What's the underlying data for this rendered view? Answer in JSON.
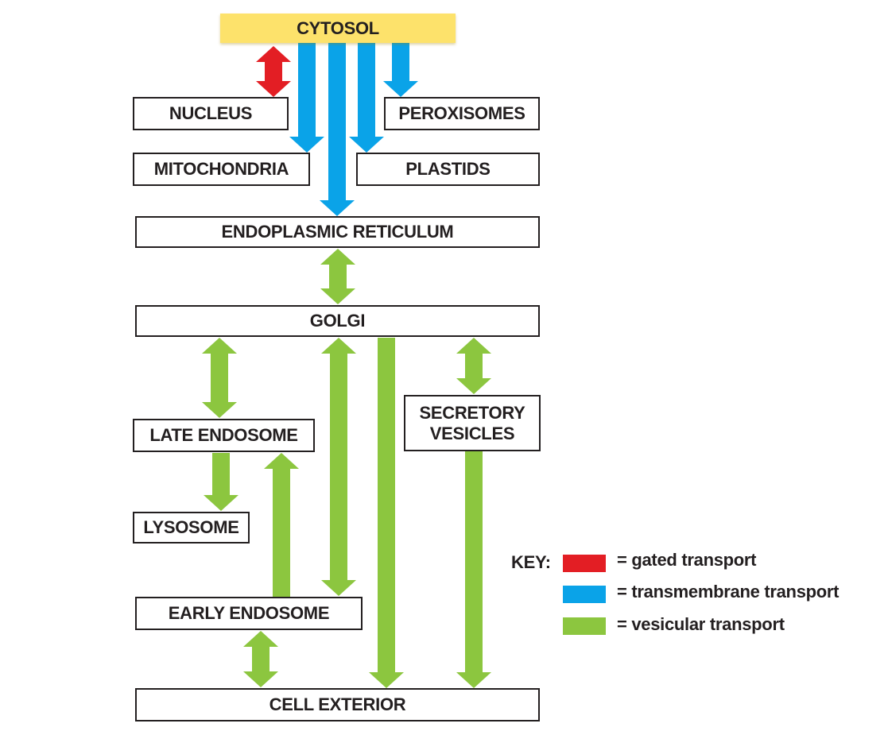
{
  "compartments": {
    "cytosol": "CYTOSOL",
    "nucleus": "NUCLEUS",
    "peroxisomes": "PEROXISOMES",
    "mitochondria": "MITOCHONDRIA",
    "plastids": "PLASTIDS",
    "er": "ENDOPLASMIC RETICULUM",
    "golgi": "GOLGI",
    "late_endosome": "LATE ENDOSOME",
    "secretory": "SECRETORY\nVESICLES",
    "lysosome": "LYSOSOME",
    "early_endosome": "EARLY ENDOSOME",
    "cell_exterior": "CELL EXTERIOR"
  },
  "key": {
    "title": "KEY:",
    "gated": "= gated transport",
    "transmembrane": "= transmembrane transport",
    "vesicular": "= vesicular transport"
  },
  "colors": {
    "gated": "#e31e24",
    "transmembrane": "#0aa3e8",
    "vesicular": "#8cc63f",
    "cytosol": "#fde26b"
  },
  "transport_links": [
    {
      "from": "cytosol",
      "to": "nucleus",
      "type": "gated",
      "direction": "both"
    },
    {
      "from": "cytosol",
      "to": "mitochondria",
      "type": "transmembrane",
      "direction": "one-way"
    },
    {
      "from": "cytosol",
      "to": "er",
      "type": "transmembrane",
      "direction": "one-way"
    },
    {
      "from": "cytosol",
      "to": "plastids",
      "type": "transmembrane",
      "direction": "one-way"
    },
    {
      "from": "cytosol",
      "to": "peroxisomes",
      "type": "transmembrane",
      "direction": "one-way"
    },
    {
      "from": "er",
      "to": "golgi",
      "type": "vesicular",
      "direction": "both"
    },
    {
      "from": "golgi",
      "to": "late_endosome",
      "type": "vesicular",
      "direction": "both"
    },
    {
      "from": "golgi",
      "to": "early_endosome",
      "type": "vesicular",
      "direction": "both"
    },
    {
      "from": "golgi",
      "to": "cell_exterior",
      "type": "vesicular",
      "direction": "one-way"
    },
    {
      "from": "golgi",
      "to": "secretory",
      "type": "vesicular",
      "direction": "both"
    },
    {
      "from": "late_endosome",
      "to": "lysosome",
      "type": "vesicular",
      "direction": "one-way"
    },
    {
      "from": "early_endosome",
      "to": "late_endosome",
      "type": "vesicular",
      "direction": "one-way"
    },
    {
      "from": "secretory",
      "to": "cell_exterior",
      "type": "vesicular",
      "direction": "one-way"
    },
    {
      "from": "early_endosome",
      "to": "cell_exterior",
      "type": "vesicular",
      "direction": "both"
    }
  ]
}
